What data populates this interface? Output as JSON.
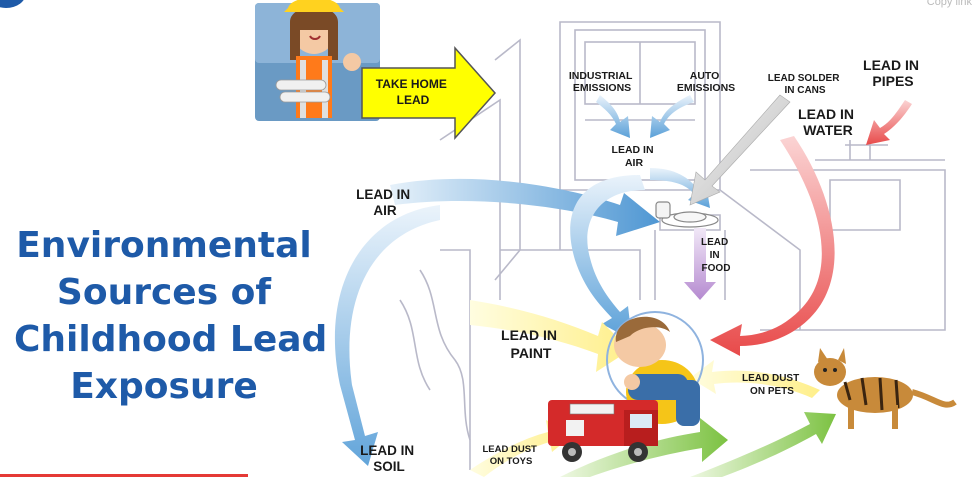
{
  "player": {
    "copy_link": "Copy link"
  },
  "title": {
    "lines": [
      "Environmental",
      "Sources of",
      "Childhood Lead",
      "Exposure"
    ]
  },
  "labels": {
    "take_home": [
      "TAKE HOME",
      "LEAD"
    ],
    "industrial": [
      "INDUSTRIAL",
      "EMISSIONS"
    ],
    "auto": [
      "AUTO",
      "EMISSIONS"
    ],
    "solder": [
      "LEAD SOLDER",
      "IN CANS"
    ],
    "pipes": [
      "LEAD IN",
      "PIPES"
    ],
    "water": [
      "LEAD IN",
      "WATER"
    ],
    "air_inner": [
      "LEAD IN",
      "AIR"
    ],
    "air_outer": [
      "LEAD IN",
      "AIR"
    ],
    "food": [
      "LEAD",
      "IN",
      "FOOD"
    ],
    "paint": [
      "LEAD IN",
      "PAINT"
    ],
    "pets": [
      "LEAD DUST",
      "ON PETS"
    ],
    "soil": [
      "LEAD IN",
      "SOIL"
    ],
    "toys": [
      "LEAD DUST",
      "ON TOYS"
    ]
  },
  "colors": {
    "title_blue": "#1e5aa8",
    "arrow_yellow": "#ffff00",
    "arrow_red": "#e84a4a",
    "arrow_green": "#7cc242",
    "arrow_blue": "#5aa0d8",
    "arrow_grey": "#c8c8c8",
    "arrow_purple": "#b58ad0"
  },
  "icons": [
    "worker-woman-icon",
    "child-icon",
    "fire-truck-icon",
    "cat-icon"
  ]
}
